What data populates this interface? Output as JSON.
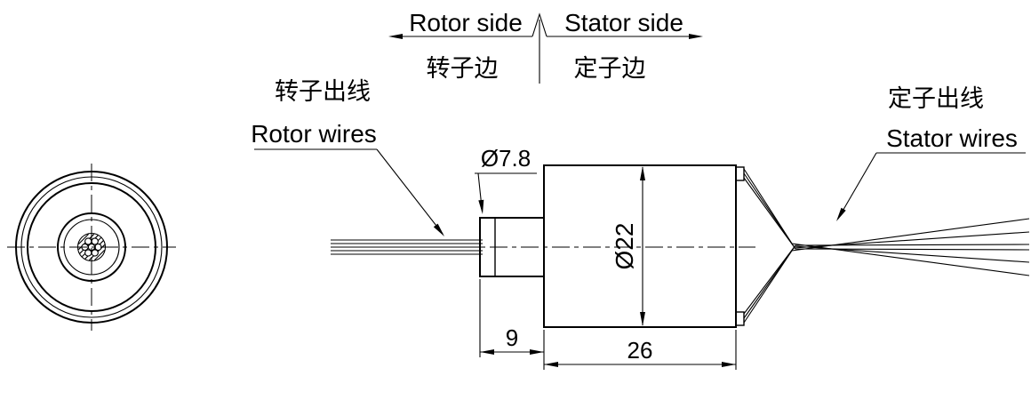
{
  "header": {
    "rotor_side_en": "Rotor side",
    "stator_side_en": "Stator side",
    "rotor_side_zh": "转子边",
    "stator_side_zh": "定子边"
  },
  "callouts": {
    "rotor_wires_zh": "转子出线",
    "rotor_wires_en": "Rotor wires",
    "stator_wires_zh": "定子出线",
    "stator_wires_en": "Stator wires"
  },
  "dimensions": {
    "shaft_diameter": "Ø7.8",
    "body_diameter": "Ø22",
    "shaft_length": "9",
    "body_length": "26"
  },
  "colors": {
    "line": "#000000",
    "background": "#ffffff"
  }
}
